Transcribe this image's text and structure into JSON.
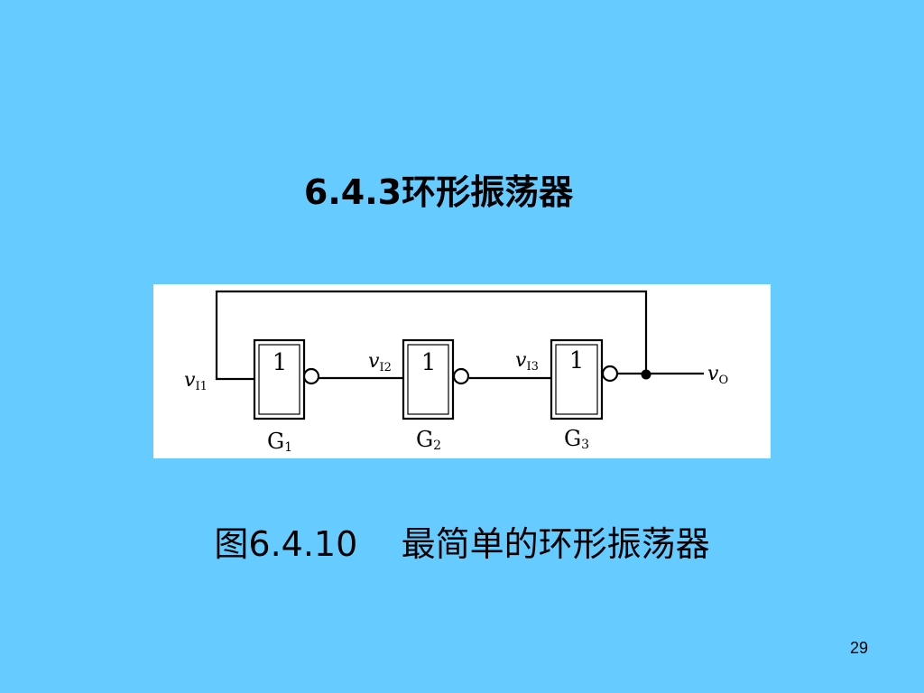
{
  "slide": {
    "title": "6.4.3环形振荡器",
    "caption": "图6.4.10    最简单的环形振荡器",
    "page_number": "29"
  },
  "diagram": {
    "gates": [
      {
        "symbol": "1",
        "name": "G",
        "subscript": "1"
      },
      {
        "symbol": "1",
        "name": "G",
        "subscript": "2"
      },
      {
        "symbol": "1",
        "name": "G",
        "subscript": "3"
      }
    ],
    "inputs": [
      {
        "var": "v",
        "sub": "I1"
      },
      {
        "var": "v",
        "sub": "I2"
      },
      {
        "var": "v",
        "sub": "I3"
      }
    ],
    "output": {
      "var": "v",
      "sub": "O"
    }
  },
  "colors": {
    "background": "#66ccff",
    "panel": "#ffffff",
    "ink": "#000000"
  }
}
